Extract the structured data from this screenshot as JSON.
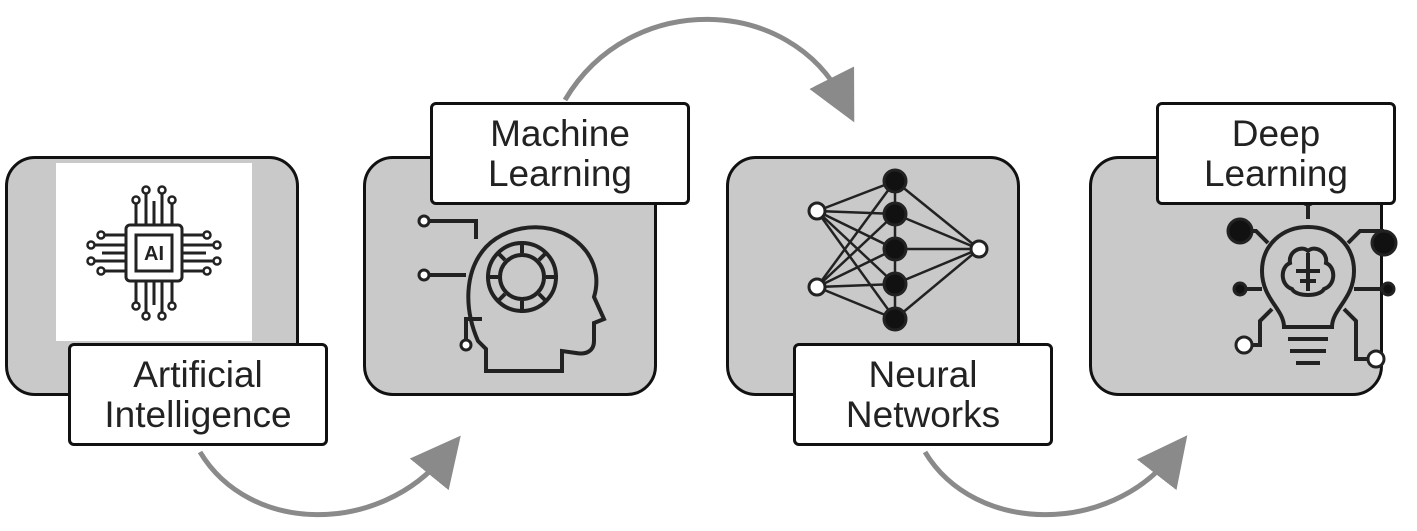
{
  "diagram": {
    "stages": [
      {
        "label_line1": "Artificial",
        "label_line2": "Intelligence",
        "icon": "ai-chip-icon",
        "chip_text": "AI"
      },
      {
        "label_line1": "Machine",
        "label_line2": "Learning",
        "icon": "head-gear-icon"
      },
      {
        "label_line1": "Neural",
        "label_line2": "Networks",
        "icon": "neural-network-icon"
      },
      {
        "label_line1": "Deep",
        "label_line2": "Learning",
        "icon": "lightbulb-brain-icon"
      }
    ],
    "colors": {
      "panel": "#c9c9c9",
      "border": "#111111",
      "arrow": "#8a8a8a",
      "label_bg": "#ffffff"
    }
  }
}
